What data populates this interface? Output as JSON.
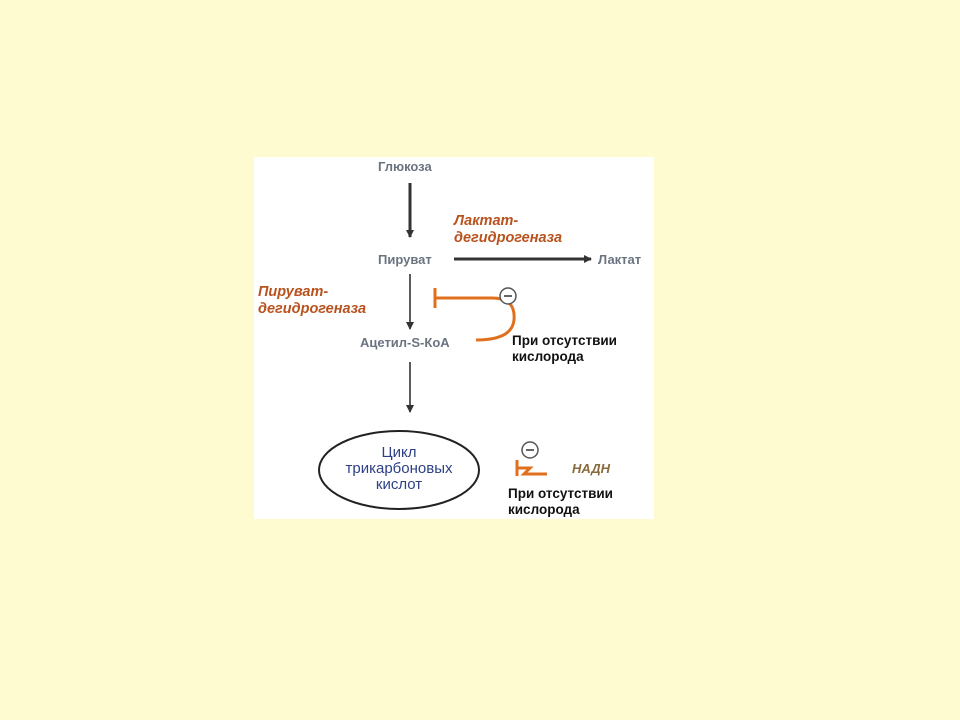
{
  "metabolites": {
    "glucose": "Глюкоза",
    "pyruvate": "Пируват",
    "lactate": "Лактат",
    "acetyl_coa": "Ацетил-S-КоА"
  },
  "enzymes": {
    "ldh_line1": "Лактат-",
    "ldh_line2": "дегидрогеназа",
    "pdh_line1": "Пируват-",
    "pdh_line2": "дегидрогеназа"
  },
  "cycle": {
    "line1": "Цикл",
    "line2": "трикарбоновых",
    "line3": "кислот"
  },
  "conditions": {
    "top_line1": "При отсутствии",
    "top_line2": "кислорода",
    "bottom_line1": "При отсутствии",
    "bottom_line2": "кислорода"
  },
  "inhibitor": {
    "nadh": "НАДН",
    "sign": "⊖"
  },
  "colors": {
    "background": "#fffbd1",
    "arrow": "#333333",
    "inhibition": "#e0701e",
    "enzyme_text": "#b8521e",
    "metabolite_text": "#6a7480",
    "cycle_text": "#2c3f87"
  }
}
